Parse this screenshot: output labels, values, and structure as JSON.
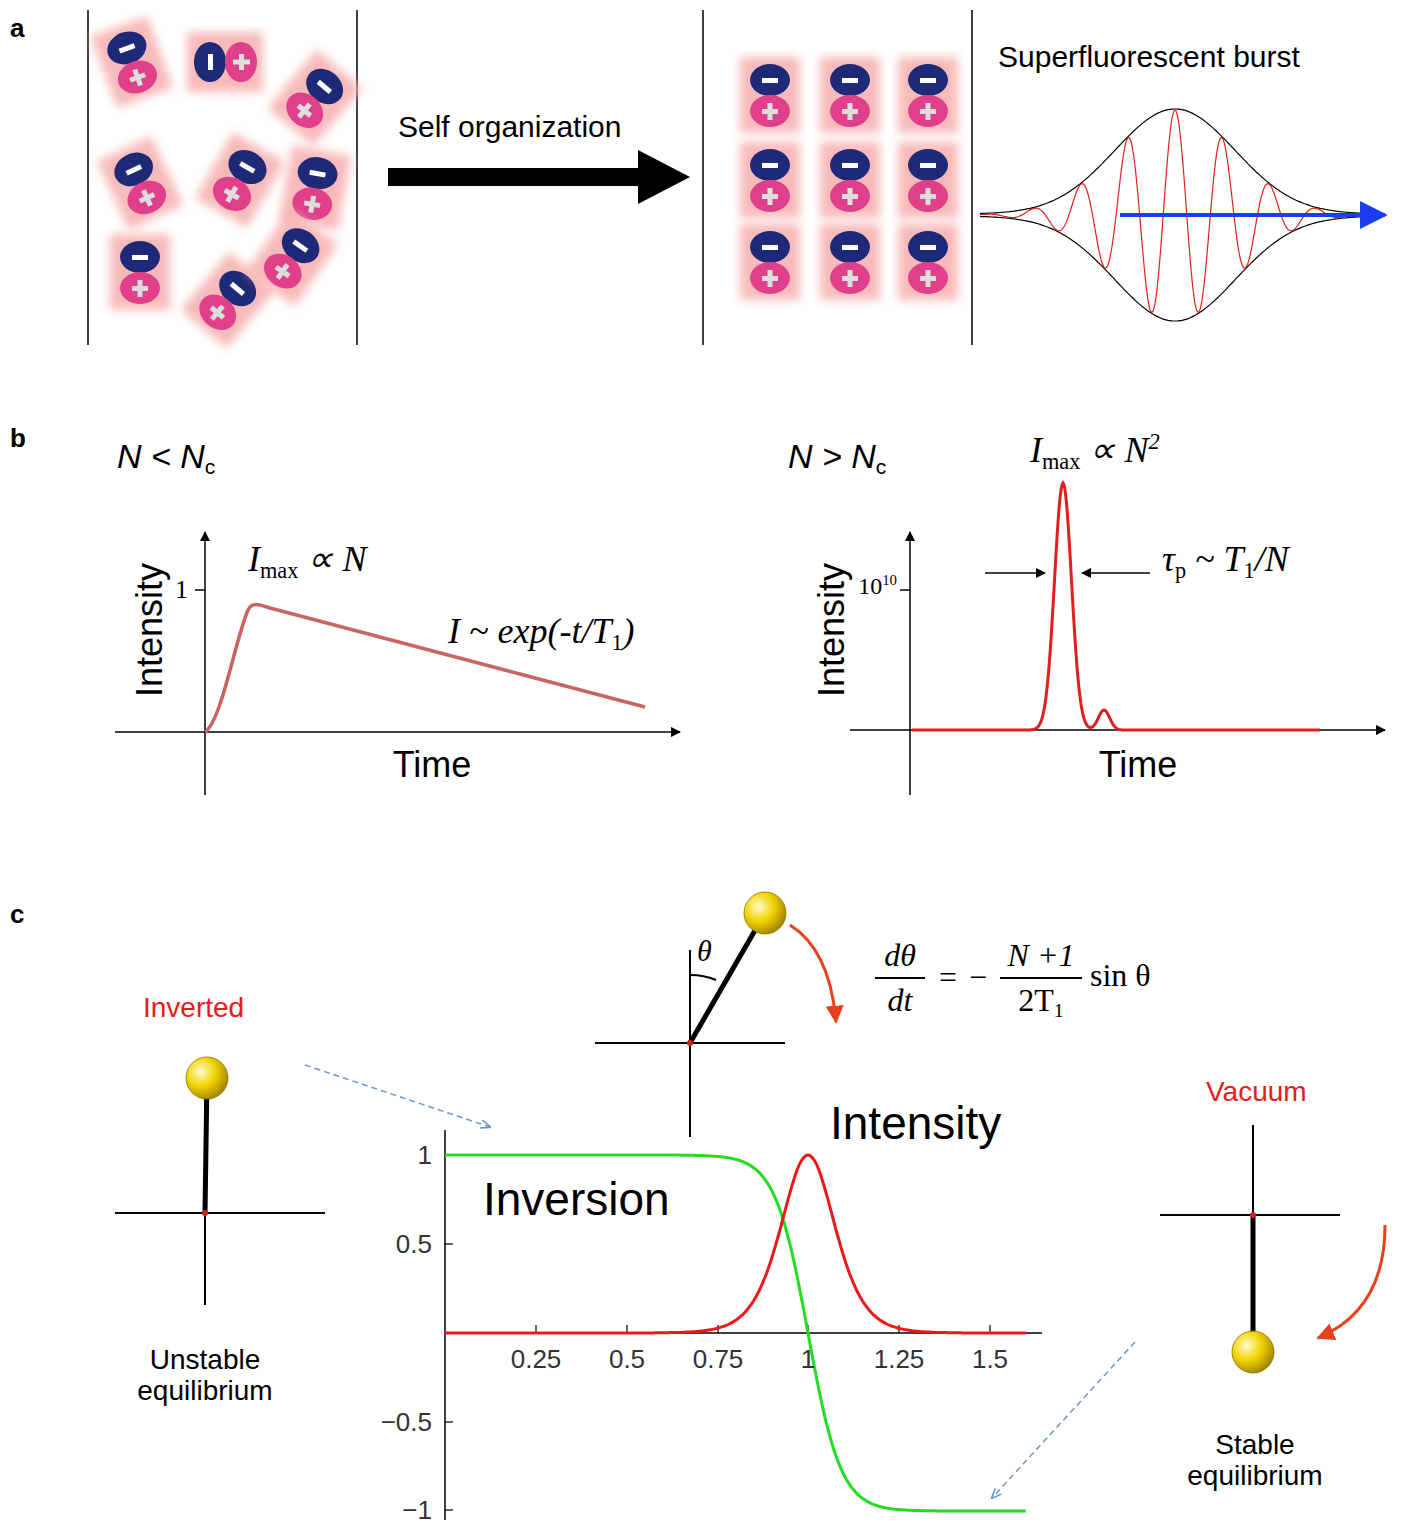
{
  "diagram": {
    "labels": [
      "a",
      "Self organization",
      "Superfluorescent burst",
      "b",
      "N < Nc",
      "Intensity",
      "1",
      "Imax ∝ N",
      "I ~ exp(-t/T1)",
      "Time",
      "N > Nc",
      "Imax ∝ N2",
      "τp ~ T1/N",
      "Intensity",
      "1010",
      "Time",
      "c",
      "Inverted",
      "Unstable equilibrium",
      "θ",
      "dθ",
      "dt",
      "=",
      "−",
      "N +1",
      "2T1",
      "sin θ",
      "Intensity",
      "Inversion",
      "1",
      "0.5",
      "−0.5",
      "−1",
      "0.25",
      "0.5",
      "0.75",
      "1",
      "1.25",
      "1.5",
      "Vacuum",
      "Stable equilibrium"
    ]
  }
}
